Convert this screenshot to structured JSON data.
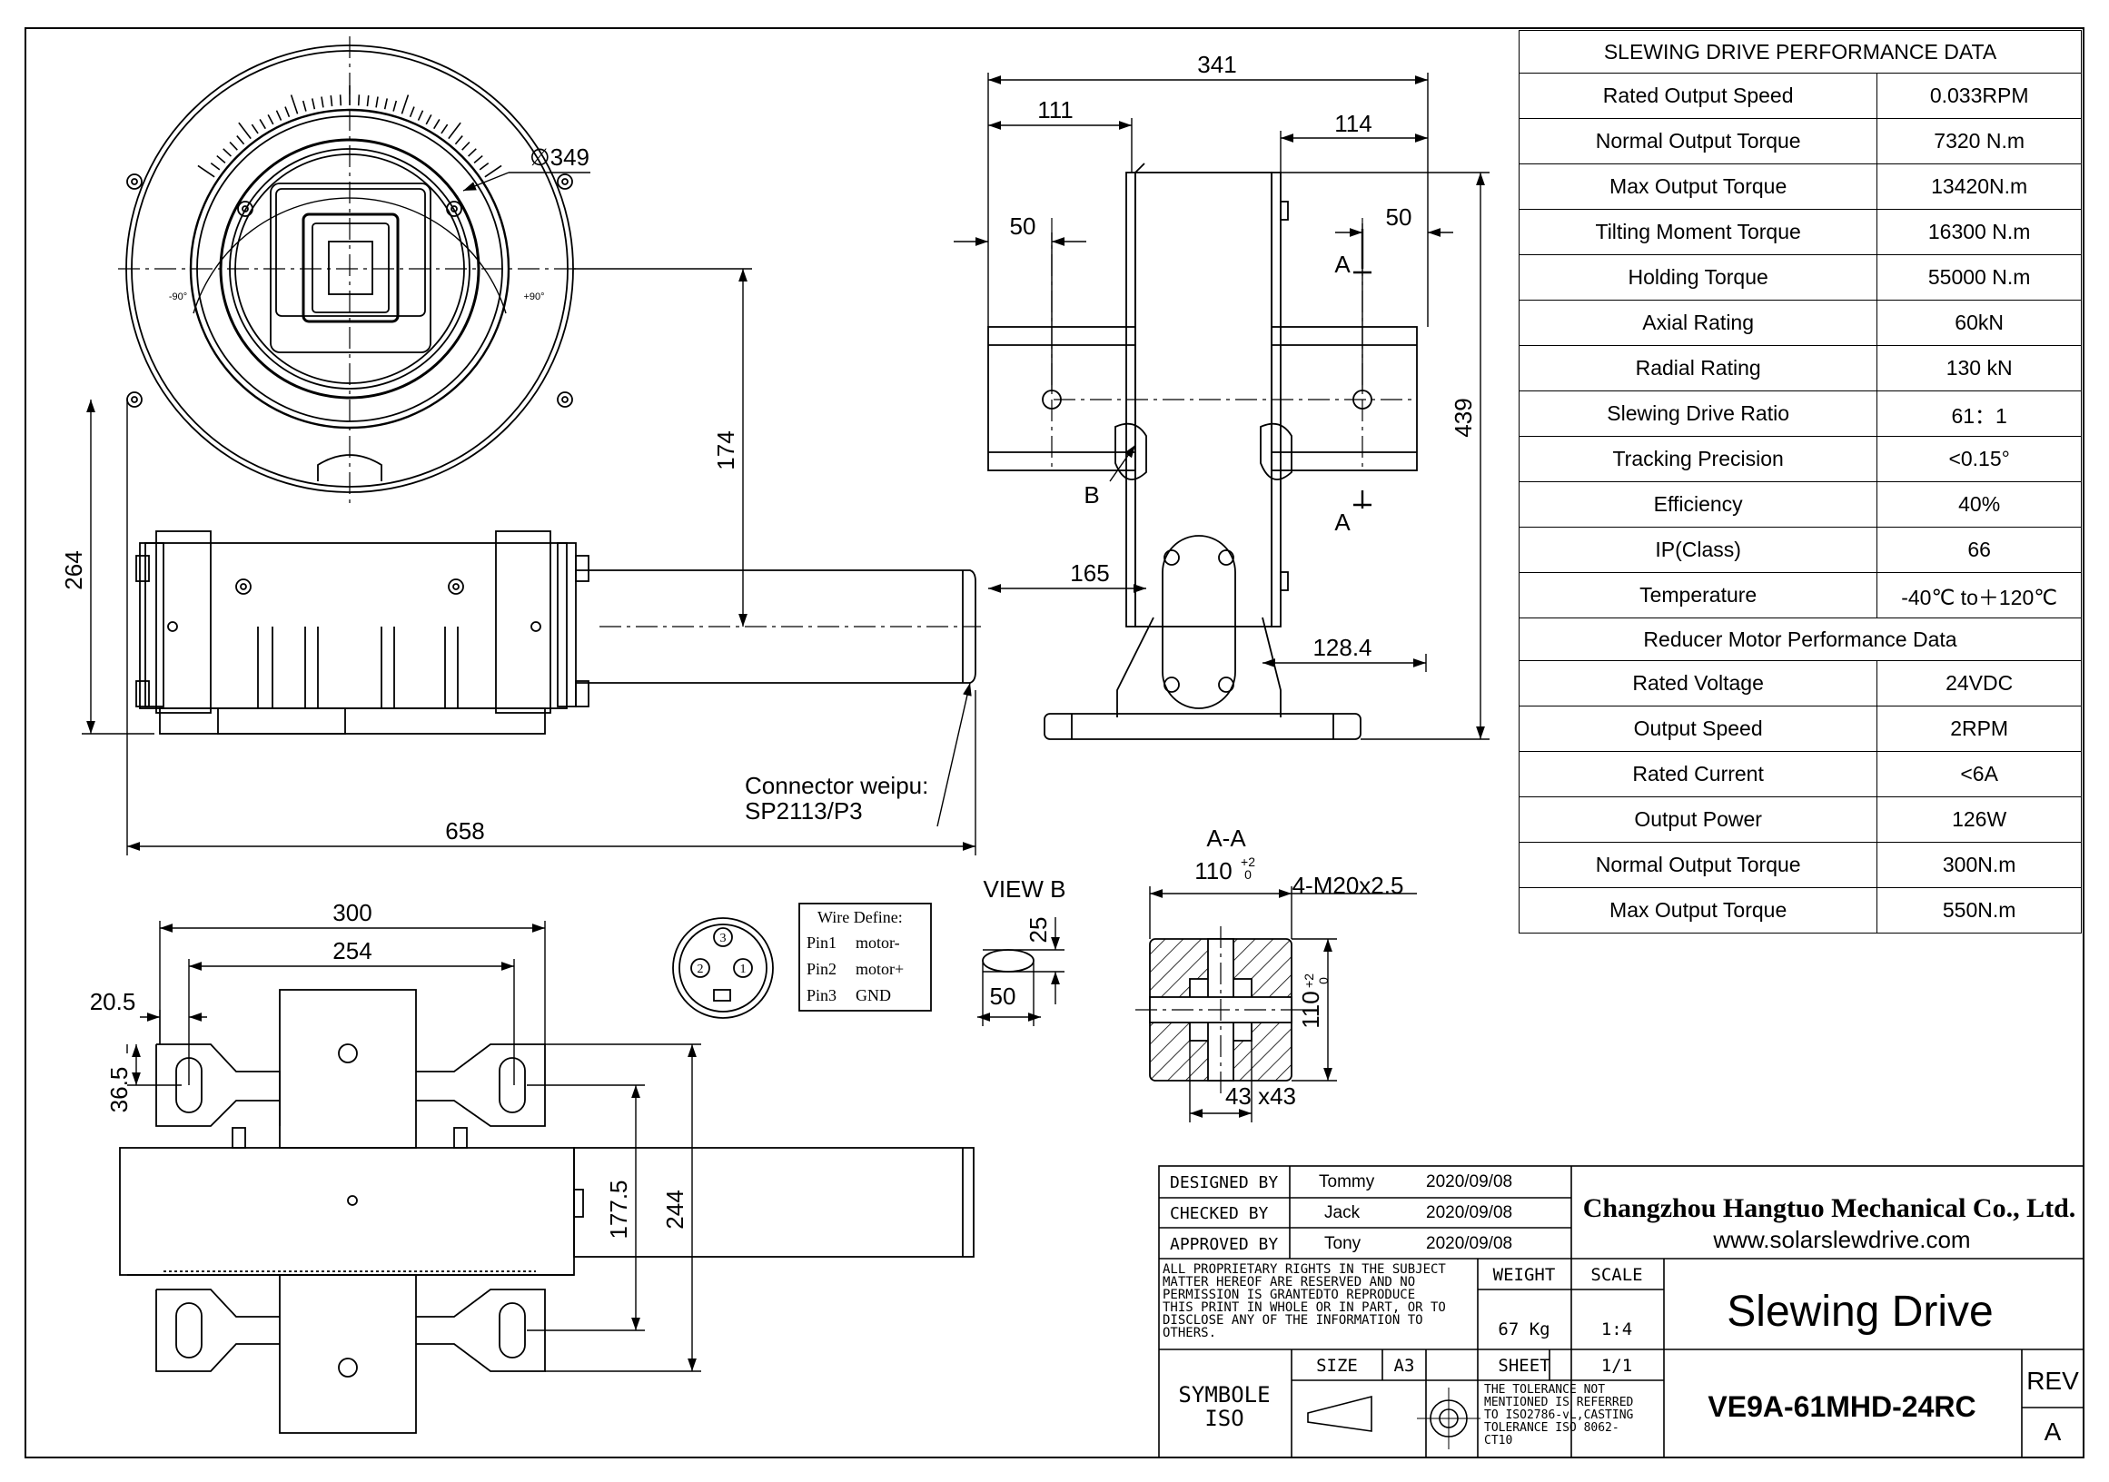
{
  "performance_table": {
    "title": "SLEWING DRIVE PERFORMANCE DATA",
    "rows": [
      {
        "label": "Rated Output Speed",
        "value": "0.033RPM"
      },
      {
        "label": "Normal Output Torque",
        "value": "7320 N.m"
      },
      {
        "label": "Max Output Torque",
        "value": "13420N.m"
      },
      {
        "label": "Tilting Moment Torque",
        "value": "16300 N.m"
      },
      {
        "label": "Holding Torque",
        "value": "55000 N.m"
      },
      {
        "label": "Axial Rating",
        "value": "60kN"
      },
      {
        "label": "Radial Rating",
        "value": "130 kN"
      },
      {
        "label": "Slewing Drive Ratio",
        "value": "61：1"
      },
      {
        "label": "Tracking Precision",
        "value": "<0.15°"
      },
      {
        "label": "Efficiency",
        "value": "40%"
      },
      {
        "label": "IP(Class)",
        "value": "66"
      },
      {
        "label": "Temperature",
        "value": "-40℃ to＋120℃"
      }
    ],
    "motor_title": "Reducer Motor Performance Data",
    "motor_rows": [
      {
        "label": "Rated Voltage",
        "value": "24VDC"
      },
      {
        "label": "Output Speed",
        "value": "2RPM"
      },
      {
        "label": "Rated Current",
        "value": "<6A"
      },
      {
        "label": "Output Power",
        "value": "126W"
      },
      {
        "label": "Normal Output Torque",
        "value": "300N.m"
      },
      {
        "label": "Max Output Torque",
        "value": "550N.m"
      }
    ]
  },
  "dims": {
    "d341": "341",
    "d111": "111",
    "d114": "114",
    "d50a": "50",
    "d50b": "50",
    "d439": "439",
    "d165": "165",
    "d1284": "128.4",
    "d174": "174",
    "d264": "264",
    "d658": "658",
    "d349": "∅349",
    "d300": "300",
    "d254": "254",
    "d205": "20.5",
    "d365": "36.5",
    "d1775": "177.5",
    "d244": "244",
    "d25": "25",
    "d50c": "50",
    "aa_110": "110",
    "aa_tol": "+2",
    "aa_tol0": "0",
    "aa_thread": "4-M20x2.5",
    "aa_110v": "110",
    "aa_43": "43 x43"
  },
  "labels": {
    "section_a": "A",
    "section_aa": "A-A",
    "view_b_mark": "B",
    "view_b": "VIEW B",
    "connector_1": "Connector weipu:",
    "connector_2": "SP2113/P3",
    "scale_minus": "-90°",
    "scale_plus": "+90°"
  },
  "wire_define": {
    "title": "Wire Define:",
    "pins": [
      {
        "pin": "Pin1",
        "name": "motor-"
      },
      {
        "pin": "Pin2",
        "name": "motor+"
      },
      {
        "pin": "Pin3",
        "name": "GND"
      }
    ],
    "numbers": [
      "1",
      "2",
      "3"
    ]
  },
  "title_block": {
    "designed_label": "DESIGNED BY",
    "designed_name": "Tommy",
    "designed_date": "2020/09/08",
    "checked_label": "CHECKED BY",
    "checked_name": "Jack",
    "checked_date": "2020/09/08",
    "approved_label": "APPROVED BY",
    "approved_name": "Tony",
    "approved_date": "2020/09/08",
    "company": "Changzhou Hangtuo Mechanical Co., Ltd.",
    "website": "www.solarslewdrive.com",
    "rights_1": "ALL PROPRIETARY RIGHTS IN THE SUBJECT",
    "rights_2": "MATTER HEREOF ARE RESERVED AND NO",
    "rights_3": "PERMISSION IS GRANTEDTO REPRODUCE",
    "rights_4": "THIS PRINT IN WHOLE OR IN PART, OR TO",
    "rights_5": "DISCLOSE ANY OF THE INFORMATION TO",
    "rights_6": "OTHERS.",
    "weight_label": "WEIGHT",
    "weight_value": "67 Kg",
    "scale_label": "SCALE",
    "scale_value": "1:4",
    "drawing_title": "Slewing Drive",
    "symbol_1": "SYMBOLE",
    "symbol_2": "ISO",
    "size_label": "SIZE",
    "size_value": "A3",
    "sheet_label": "SHEET",
    "sheet_value": "1/1",
    "tol_1": "THE TOLERANCE NOT",
    "tol_2": "MENTIONED IS REFERRED",
    "tol_3": "TO ISO2786-vL,CASTING",
    "tol_4": "TOLERANCE ISO 8062-",
    "tol_5": "CT10",
    "part_number": "VE9A-61MHD-24RC",
    "rev_label": "REV",
    "rev_value": "A"
  }
}
